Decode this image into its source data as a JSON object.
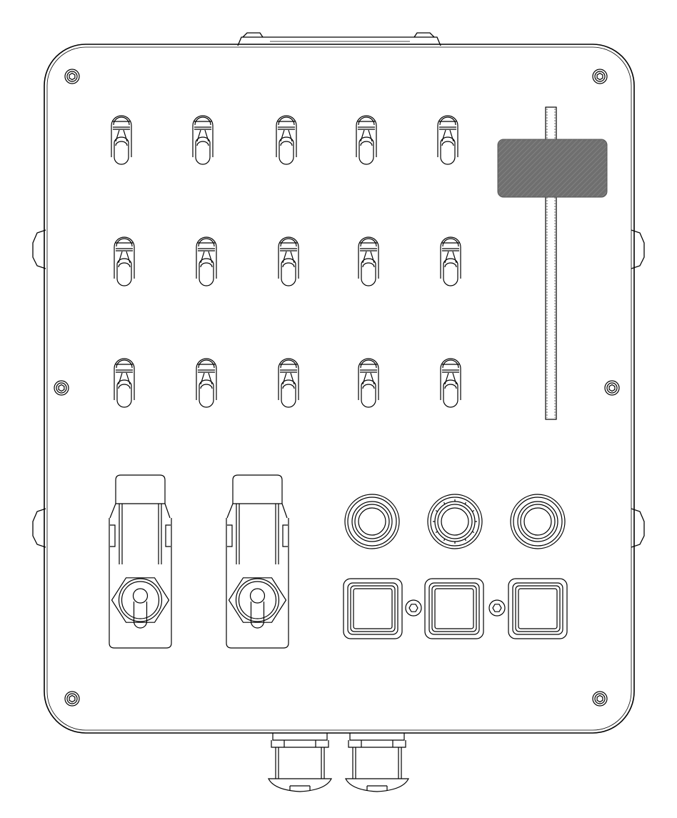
{
  "panel": {
    "toggle_switch_grid": {
      "rows": 3,
      "columns": 5
    },
    "slide_fader": {
      "count": 1
    },
    "guarded_toggle_switches": {
      "count": 2
    },
    "round_push_buttons": {
      "count": 3
    },
    "square_push_buttons": {
      "count": 3
    },
    "cable_glands": {
      "count": 2
    }
  },
  "colors": {
    "line": "#000000",
    "panel_fill": "#ffffff",
    "fader_knob_fill": "#777777"
  }
}
